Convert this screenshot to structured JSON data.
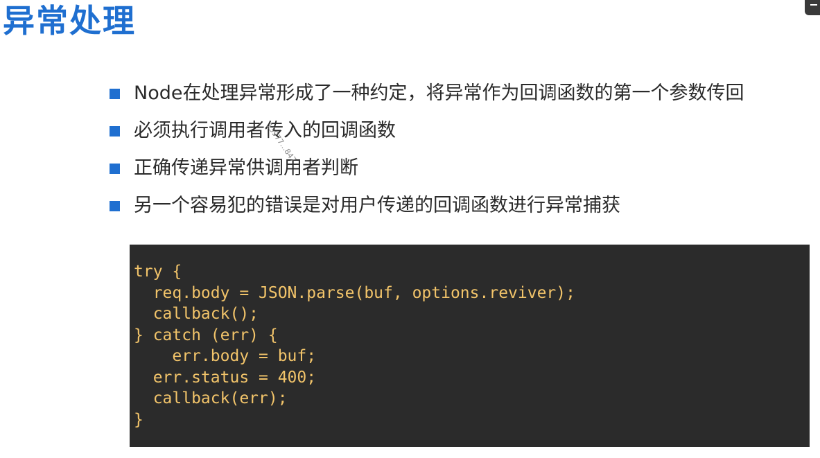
{
  "slide": {
    "title": "异常处理",
    "bullets": [
      "Node在处理异常形成了一种约定，将异常作为回调函数的第一个参数传回",
      "必须执行调用者传入的回调函数",
      "正确传递异常供调用者判断",
      "另一个容易犯的错误是对用户传递的回调函数进行异常捕获"
    ],
    "watermark": "13977...847",
    "code_lines": [
      "try {",
      "  req.body = JSON.parse(buf, options.reviver);",
      "  callback();",
      "} catch (err) {",
      "    err.body = buf;",
      "  err.status = 400;",
      "  callback(err);",
      "}"
    ]
  },
  "colors": {
    "accent": "#1f6fd0",
    "code_bg": "#2b2b2b",
    "code_text": "#f2c46a",
    "body_text": "#2a2a2a"
  }
}
